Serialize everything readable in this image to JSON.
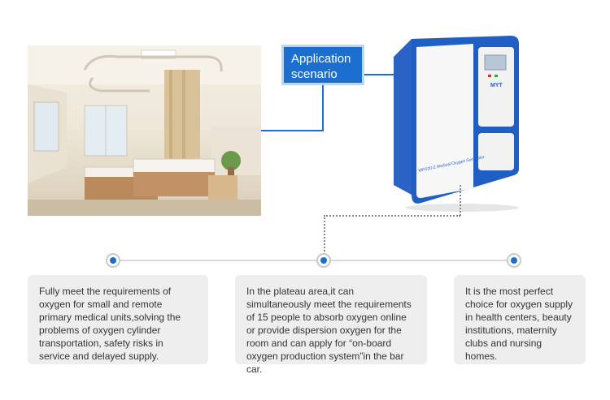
{
  "header": {
    "label_line1": "Application",
    "label_line2": "scenario"
  },
  "machine": {
    "brand_text": "MYT",
    "side_text": "MPO20-Z Medical Oxygen Generator"
  },
  "cards": [
    {
      "text": "Fully meet the requirements of oxygen for small and remote primary medical units,solving the problems of oxygen cylinder transportation, safety risks in service and delayed supply."
    },
    {
      "text": "In the plateau area,it can simultaneously meet the requirements of 15 people to absorb oxygen online or provide dispersion oxygen for the room and can apply for “on-board oxygen production system”in the bar car."
    },
    {
      "text": "It is the most perfect choice for oxygen supply in health centers, beauty institutions, maternity clubs and nursing homes."
    }
  ],
  "colors": {
    "accent": "#1d6fcf",
    "card_bg": "#eeeeee",
    "machine_blue": "#1f5fc4"
  }
}
